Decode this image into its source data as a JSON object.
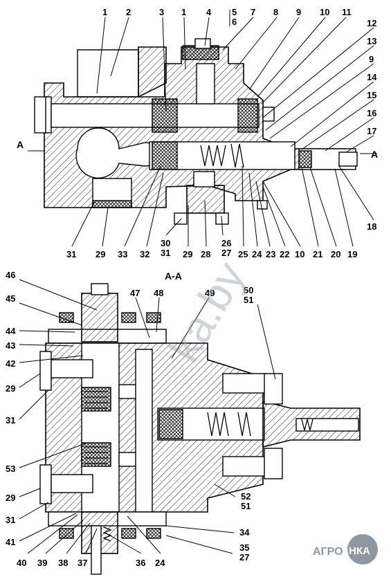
{
  "section_label": "A-A",
  "section_marker": "A",
  "watermark": "ka.by",
  "logo_text": [
    "АГРО",
    "НКА"
  ],
  "top_view_labels": [
    "1",
    "2",
    "3",
    "1",
    "4",
    "5",
    "6",
    "7",
    "8",
    "9",
    "10",
    "11",
    "12",
    "13",
    "9",
    "14",
    "15",
    "16",
    "17",
    "18",
    "19",
    "20",
    "21",
    "10",
    "22",
    "23",
    "24",
    "25",
    "26",
    "27",
    "28",
    "29",
    "30",
    "31",
    "32",
    "33",
    "29",
    "31"
  ],
  "bottom_view_labels": [
    "46",
    "45",
    "44",
    "43",
    "42",
    "29",
    "31",
    "53",
    "29",
    "31",
    "41",
    "40",
    "39",
    "38",
    "37",
    "36",
    "24",
    "47",
    "48",
    "49",
    "50",
    "51",
    "52",
    "51",
    "34",
    "35",
    "27"
  ],
  "colors": {
    "ink": "#000000",
    "watermark": "#9aa3ad",
    "logo_bg": "#8f98a2"
  }
}
